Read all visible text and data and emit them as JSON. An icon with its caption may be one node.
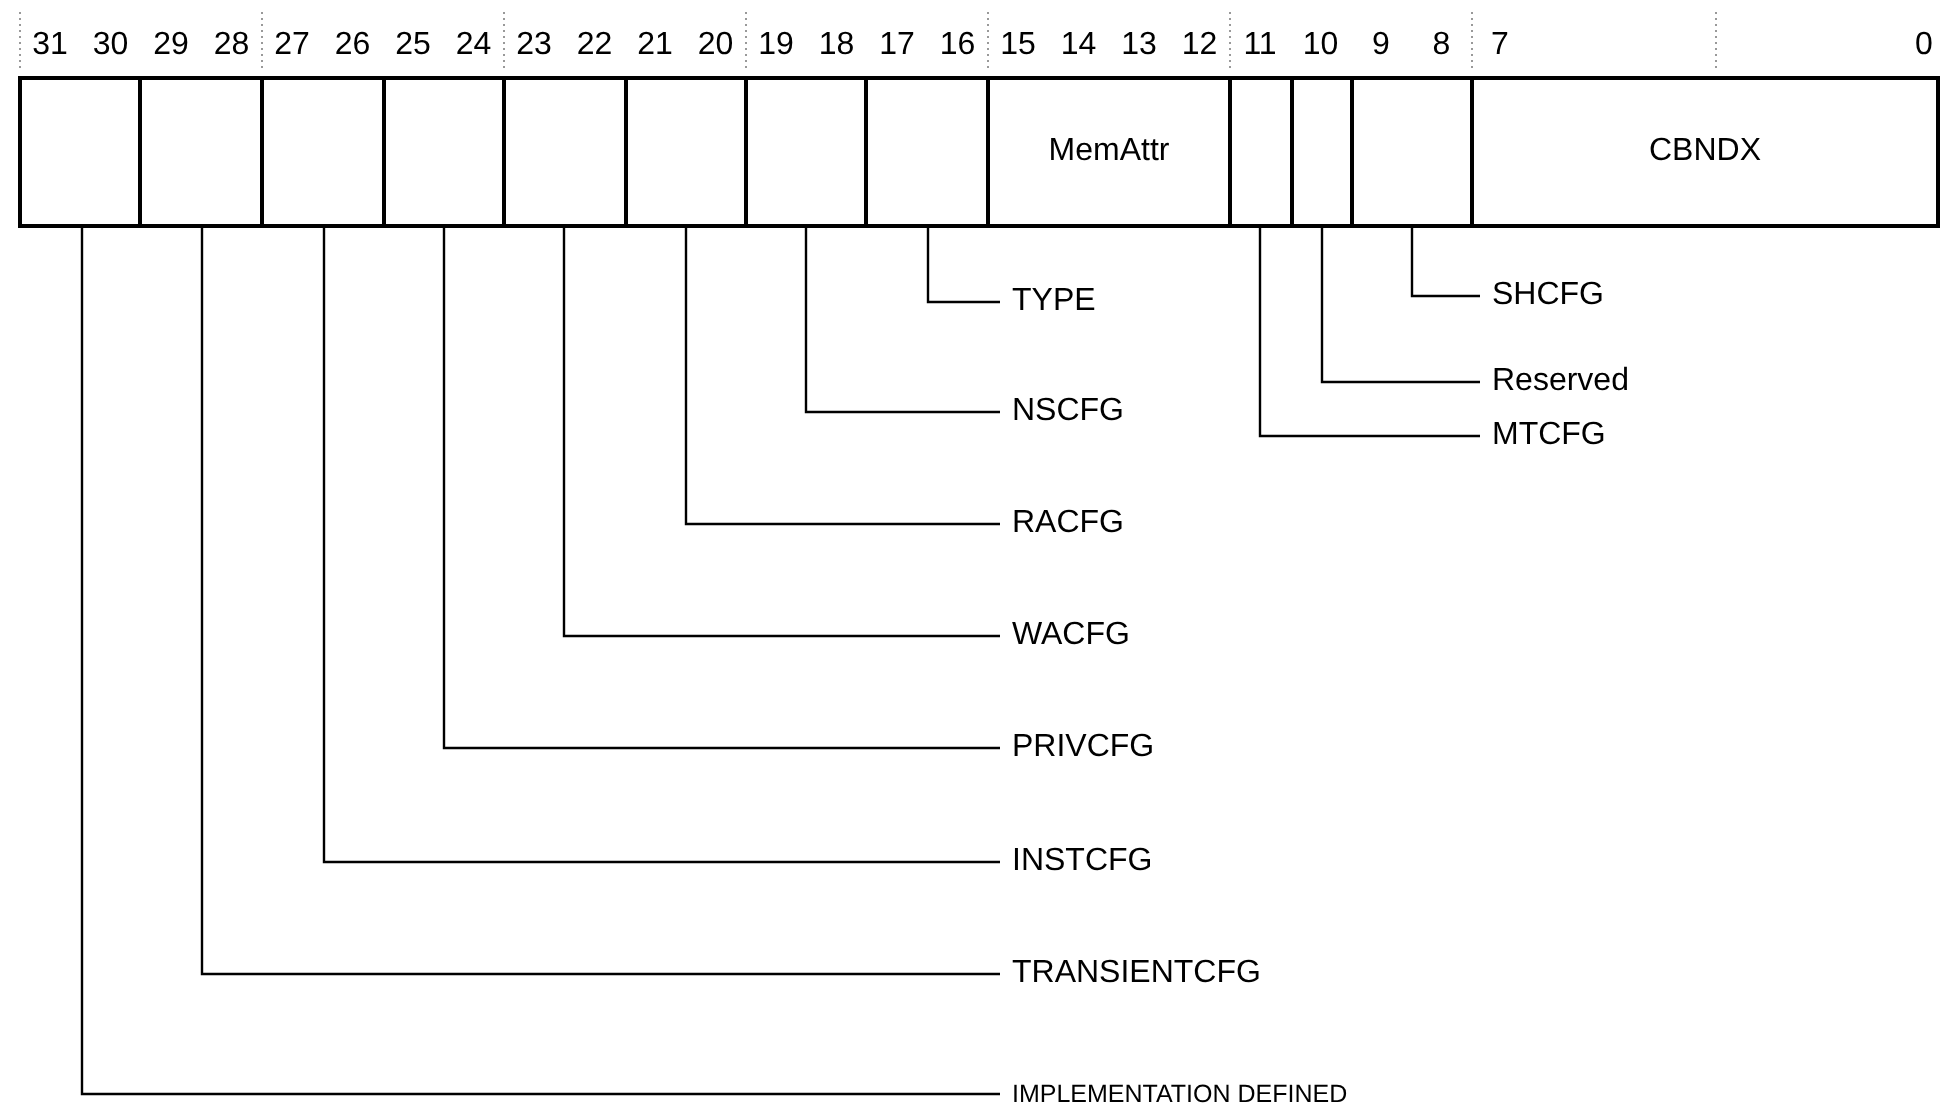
{
  "diagram": {
    "nodes": [
      {
        "text": [],
        "shape": "box"
      },
      {
        "text": [],
        "shape": "box"
      },
      {
        "text": [],
        "shape": "box"
      },
      {
        "text": [],
        "shape": "box"
      },
      {
        "text": [],
        "shape": "box"
      },
      {
        "text": [],
        "shape": "box"
      },
      {
        "text": [],
        "shape": "box"
      },
      {
        "text": [],
        "shape": "box"
      },
      {
        "text": [
          "MemAttr"
        ]
      },
      {
        "text": [],
        "shape": "box"
      },
      {
        "text": [],
        "shape": "box"
      },
      {
        "text": [],
        "shape": "box"
      },
      {
        "text": [
          "CBNDX"
        ]
      },
      {
        "text": [
          "SHCFG"
        ]
      },
      {
        "text": [
          "TYPE"
        ]
      },
      {
        "text": [
          "Reserved"
        ]
      },
      {
        "text": [
          "NSCFG"
        ]
      },
      {
        "text": [
          "MTCFG"
        ]
      },
      {
        "text": [
          "RACFG"
        ]
      },
      {
        "text": [
          "WACFG"
        ]
      },
      {
        "text": [
          "PRIVCFG"
        ]
      },
      {
        "text": [
          "INSTCFG"
        ]
      },
      {
        "text": [
          "TRANSIENTCFG"
        ]
      },
      {
        "text": [
          "IMPLEMENTATION DEFINED"
        ]
      }
    ],
    "edges": [
      {
        "from": 11,
        "to": 13,
        "arrow": "none"
      },
      {
        "from": 7,
        "to": 14,
        "arrow": "none"
      },
      {
        "from": 10,
        "to": 15,
        "arrow": "none"
      },
      {
        "from": 6,
        "to": 16,
        "arrow": "none"
      },
      {
        "from": 9,
        "to": 17,
        "arrow": "none"
      },
      {
        "from": 5,
        "to": 18,
        "arrow": "none"
      },
      {
        "from": 4,
        "to": 19,
        "arrow": "none"
      },
      {
        "from": 3,
        "to": 20,
        "arrow": "none"
      },
      {
        "from": 2,
        "to": 21,
        "arrow": "none"
      },
      {
        "from": 1,
        "to": 22,
        "arrow": "none"
      },
      {
        "from": 0,
        "to": 23,
        "arrow": "none"
      }
    ],
    "labels": [
      "31",
      "30",
      "29",
      "28",
      "27",
      "26",
      "25",
      "24",
      "23",
      "22",
      "21",
      "20",
      "19",
      "18",
      "17",
      "16",
      "15",
      "14",
      "13",
      "12",
      "11",
      "10",
      "9",
      "8",
      "7",
      "0"
    ]
  }
}
